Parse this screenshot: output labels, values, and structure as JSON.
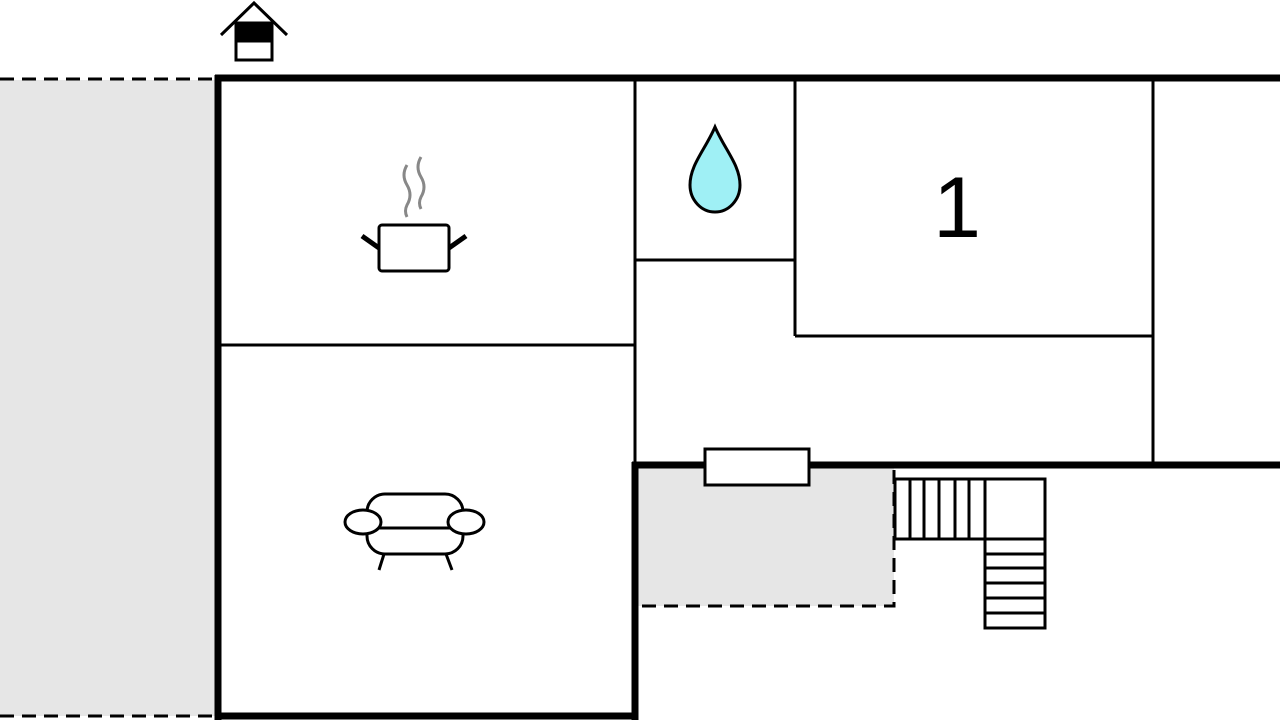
{
  "floorplan": {
    "rooms": [
      {
        "name": "kitchen",
        "icon": "pot-icon"
      },
      {
        "name": "living-room",
        "icon": "sofa-icon"
      },
      {
        "name": "bathroom",
        "icon": "water-drop-icon"
      },
      {
        "name": "bedroom",
        "label": "1"
      },
      {
        "name": "hallway"
      },
      {
        "name": "terrace"
      },
      {
        "name": "stairs",
        "icon": "stairs-icon"
      }
    ],
    "entrance_icon": "house-entrance-icon",
    "colors": {
      "wall": "#000000",
      "outdoor": "#e6e6e6",
      "water": "#9ff0f5",
      "steam": "#888888"
    }
  }
}
